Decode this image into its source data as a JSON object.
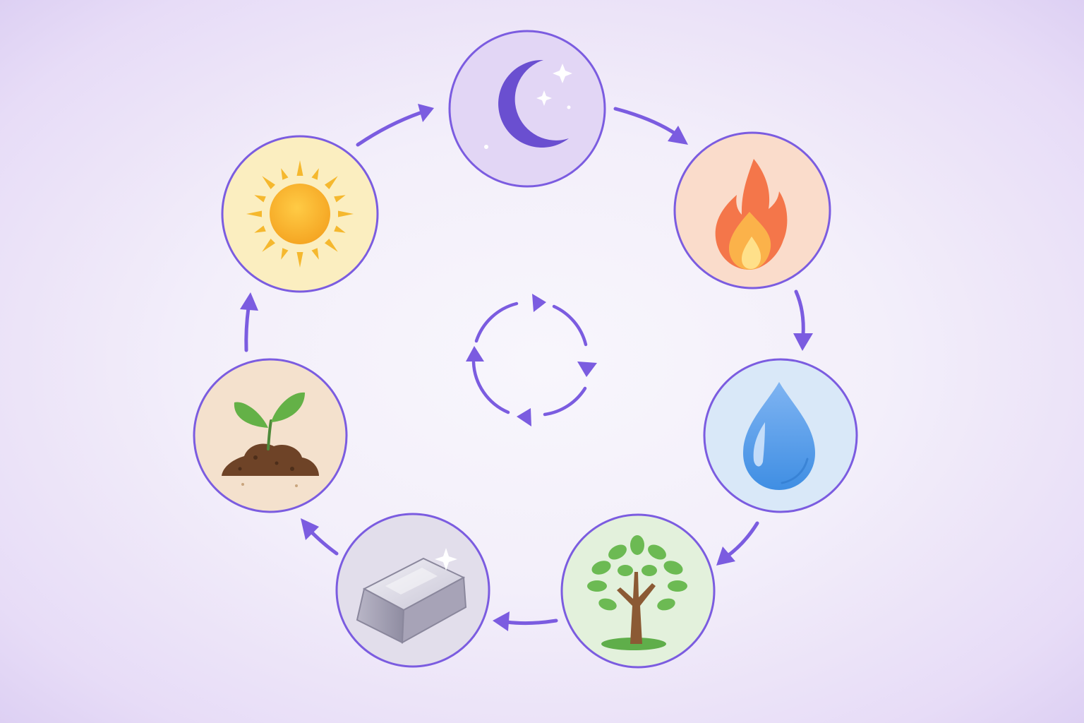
{
  "diagram": {
    "type": "cycle",
    "direction": "clockwise",
    "accent_color": "#7b5ce0",
    "center_icon": "cycle-arrows-icon",
    "nodes": [
      {
        "id": "moon",
        "icon": "moon-with-stars-icon",
        "fill": "#e2d6f5"
      },
      {
        "id": "fire",
        "icon": "flame-icon",
        "fill": "#fadccb"
      },
      {
        "id": "water",
        "icon": "water-drop-icon",
        "fill": "#d9e8f8"
      },
      {
        "id": "wood",
        "icon": "tree-icon",
        "fill": "#e3f1dc"
      },
      {
        "id": "metal",
        "icon": "metal-ingot-icon",
        "fill": "#e2deeb"
      },
      {
        "id": "earth",
        "icon": "sprout-in-soil-icon",
        "fill": "#f4e1cd"
      },
      {
        "id": "sun",
        "icon": "sun-icon",
        "fill": "#fbeec0"
      }
    ],
    "edges": [
      [
        "moon",
        "fire"
      ],
      [
        "fire",
        "water"
      ],
      [
        "water",
        "wood"
      ],
      [
        "wood",
        "metal"
      ],
      [
        "metal",
        "earth"
      ],
      [
        "earth",
        "sun"
      ],
      [
        "sun",
        "moon"
      ]
    ]
  }
}
